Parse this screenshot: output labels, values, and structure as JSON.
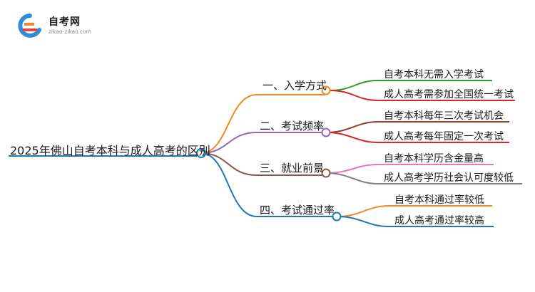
{
  "logo": {
    "name": "自考网",
    "domain": "zikao-zikao.com"
  },
  "mindmap": {
    "root": "2025年佛山自考本科与成人高考的区别",
    "branches": [
      {
        "label": "一、入学方式",
        "color": "#f08a24",
        "children": [
          {
            "label": "自考本科无需入学考试",
            "color": "#2ca02c"
          },
          {
            "label": "成人高考需参加全国统一考试",
            "color": "#d62728"
          }
        ]
      },
      {
        "label": "二、考试频率",
        "color": "#9467bd",
        "children": [
          {
            "label": "自考本科每年三次考试机会",
            "color": "#8c3c2e"
          },
          {
            "label": "成人高考每年固定一次考试",
            "color": "#d62728"
          }
        ]
      },
      {
        "label": "三、就业前景",
        "color": "#8c564b",
        "children": [
          {
            "label": "自考本科学历含金量高",
            "color": "#e377c2"
          },
          {
            "label": "成人高考学历社会认可度较低",
            "color": "#7f7f7f"
          }
        ]
      },
      {
        "label": "四、考试通过率",
        "color": "#1f77b4",
        "children": [
          {
            "label": "自考本科通过率较低",
            "color": "#f08a24"
          },
          {
            "label": "成人高考通过率较高",
            "color": "#1f77b4"
          }
        ]
      }
    ]
  },
  "colors": {
    "root_line": "#1f77b4",
    "node_fill": "#ffffff"
  }
}
